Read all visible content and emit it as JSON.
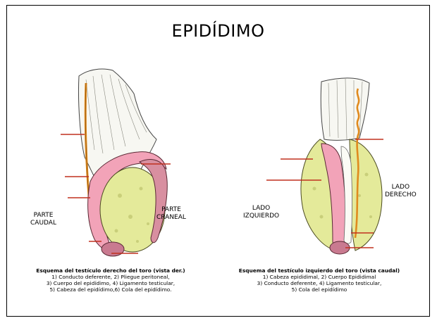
{
  "title": "EPIDÍDIMO",
  "left_figure": {
    "label_caudal": [
      "PARTE",
      "CAUDAL"
    ],
    "label_craneal": [
      "PARTE",
      "CRANEAL"
    ],
    "caption_title": "Esquema del testículo derecho del toro (vista der.)",
    "caption_lines": [
      "1) Conducto deferente, 2) Pliegue peritoneal,",
      "3) Cuerpo del epidídimo, 4) Ligamento testicular,",
      "5) Cabeza del epidídimo,6) Cola del epidídimo."
    ]
  },
  "right_figure": {
    "label_izquierdo": [
      "LADO",
      "IZQUIERDO"
    ],
    "label_derecho": [
      "LADO",
      "DERECHO"
    ],
    "caption_title": "Esquema del testículo izquierdo del toro (vista caudal)",
    "caption_lines": [
      "1) Cabeza epididimal, 2) Cuerpo Epididimal",
      "3) Conducto deferente, 4) Ligamento testicular,",
      "5) Cola del epidídimo"
    ]
  },
  "colors": {
    "pointer_line": "#c0311f",
    "epididymis_pink": "#f2a3b8",
    "testis_yellow": "#e4ea9a",
    "vessel_orange": "#e08a1e"
  }
}
